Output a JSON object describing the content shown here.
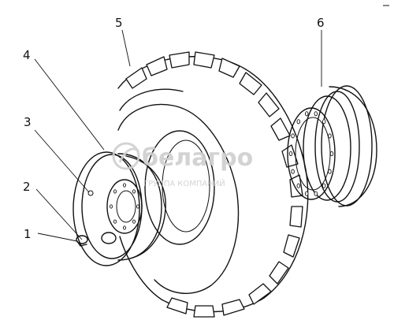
{
  "watermark": {
    "brand": "белагро",
    "tagline": "ГРУППА КОМПАНИЙ"
  },
  "callouts": [
    {
      "id": "1",
      "label": "1"
    },
    {
      "id": "2",
      "label": "2"
    },
    {
      "id": "3",
      "label": "3"
    },
    {
      "id": "4",
      "label": "4"
    },
    {
      "id": "5",
      "label": "5"
    },
    {
      "id": "6",
      "label": "6"
    }
  ]
}
